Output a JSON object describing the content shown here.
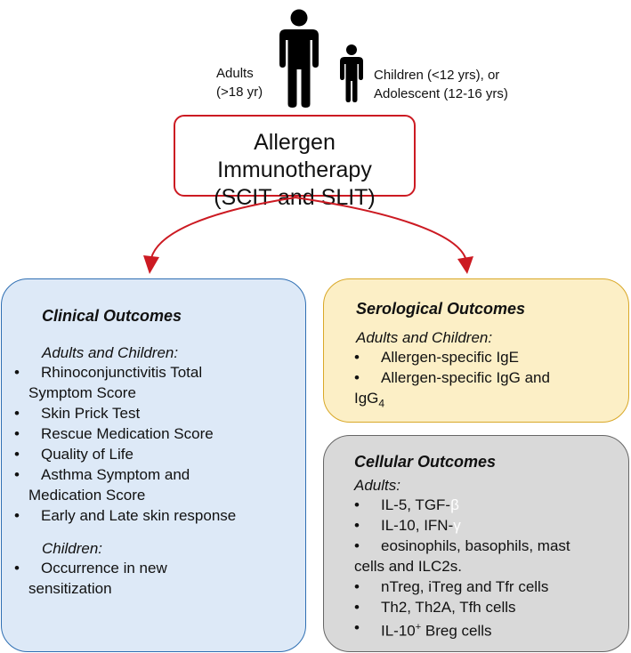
{
  "colors": {
    "arrow": "#cc1a22",
    "clinical_fill": "#dde9f7",
    "clinical_border": "#2f6fb3",
    "serology_fill": "#fcefc6",
    "serology_border": "#d9a828",
    "cellular_fill": "#d9d9d9",
    "cellular_border": "#666666"
  },
  "icons": [
    "adult-figure-icon",
    "child-figure-icon"
  ],
  "population": {
    "adults_line1": "Adults",
    "adults_line2": "(>18 yr)",
    "children_line1": "Children (<12 yrs), or",
    "children_line2": "Adolescent (12-16 yrs)"
  },
  "therapy": {
    "line1": "Allergen Immunotherapy",
    "line2": "(SCIT and SLIT)"
  },
  "clinical": {
    "title": "Clinical Outcomes",
    "group1_label": "Adults and Children:",
    "group1_items": [
      [
        "Rhinoconjunctivitis Total",
        "Symptom Score"
      ],
      [
        "Skin Prick Test"
      ],
      [
        "Rescue Medication Score"
      ],
      [
        "Quality of Life"
      ],
      [
        "Asthma Symptom and",
        "Medication Score"
      ],
      [
        "Early and Late skin response"
      ]
    ],
    "group2_label": "Children:",
    "group2_items": [
      [
        "Occurrence in new",
        "sensitization"
      ]
    ]
  },
  "serology": {
    "title": "Serological Outcomes",
    "group_label": "Adults and Children:",
    "item1": "Allergen-specific IgE",
    "item2_line1": "Allergen-specific IgG and",
    "item2_line2_base": "IgG",
    "item2_sub": "4"
  },
  "cellular": {
    "title": "Cellular Outcomes",
    "group_label": "Adults:",
    "item1_text": "IL-5, TGF-",
    "item1_greek": "β",
    "item2_text": "IL-10, IFN-",
    "item2_greek": "γ",
    "item3_line1": "eosinophils, basophils, mast",
    "item3_line2": "cells and ILC2s.",
    "item4": "nTreg, iTreg and Tfr cells",
    "item5": "Th2, Th2A, Tfh cells",
    "item6_base": "IL-10",
    "item6_sup": "+",
    "item6_rest": " Breg cells"
  },
  "bullet": "•"
}
